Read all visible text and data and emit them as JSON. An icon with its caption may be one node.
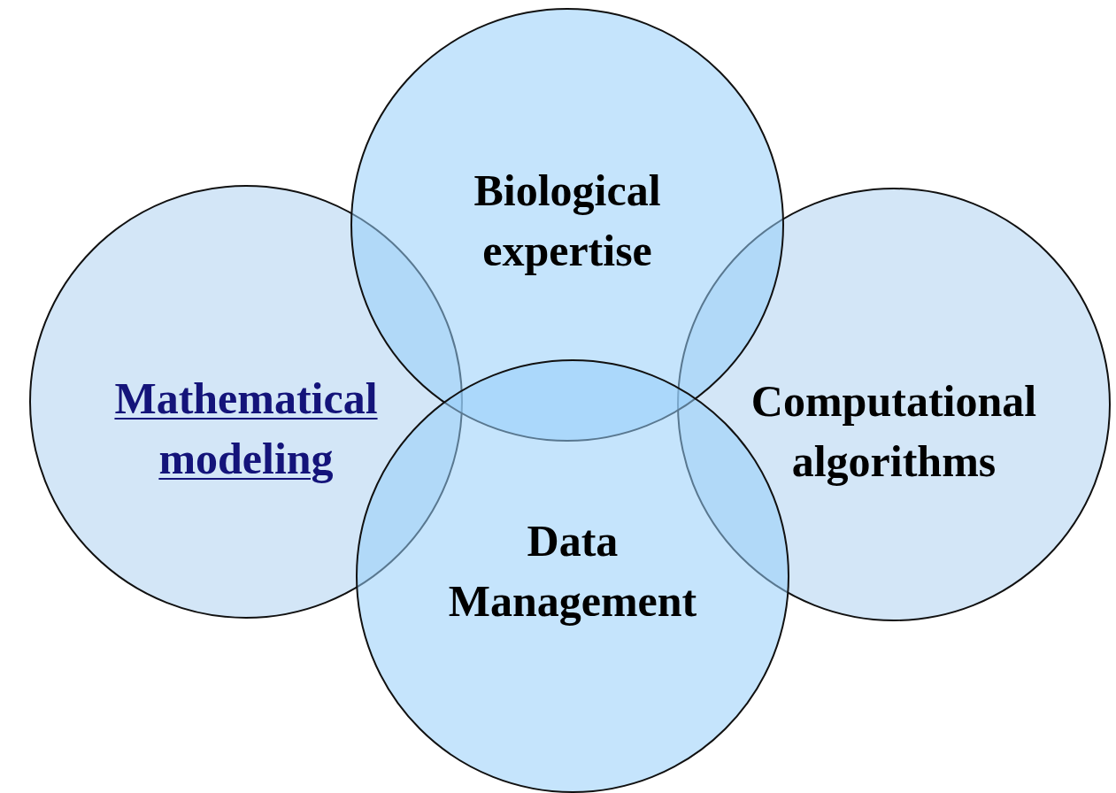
{
  "diagram": {
    "nodes": [
      {
        "text": [
          "Biological expertise"
        ]
      },
      {
        "text": [
          "Mathematical modeling"
        ]
      },
      {
        "text": [
          "Computational algorithms"
        ]
      },
      {
        "text": [
          "Data Management"
        ]
      }
    ]
  }
}
